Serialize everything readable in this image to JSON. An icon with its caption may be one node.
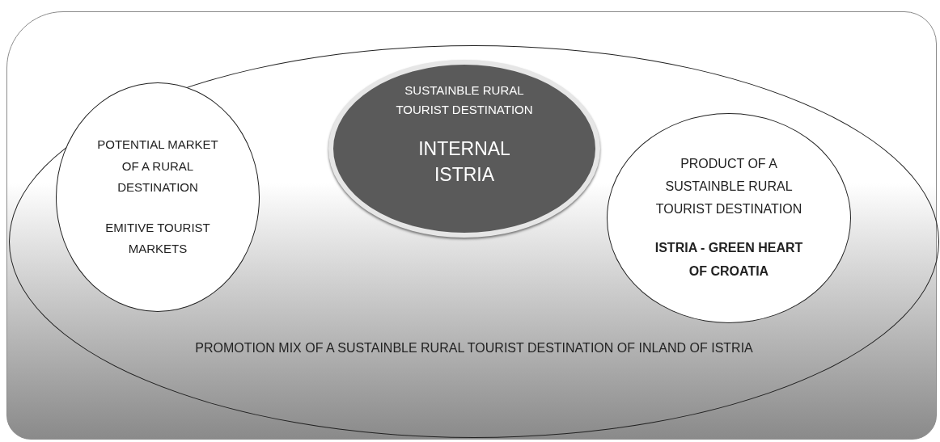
{
  "diagram": {
    "nodes": [
      {
        "text": [],
        "shape": "box"
      },
      {
        "text": [
          "PROMOTION MIX OF A SUSTAINBLE RURAL TOURIST DESTINATION OF INLAND OF ISTRIA"
        ],
        "in": 0
      },
      {
        "text": [
          "POTENTIAL MARKET OF A RURAL DESTINATION",
          "EMITIVE TOURIST MARKETS"
        ],
        "in": 1
      },
      {
        "text": [
          "SUSTAINBLE RURAL TOURIST DESTINATION",
          "INTERNAL ISTRIA"
        ],
        "in": 1
      },
      {
        "text": [
          "PRODUCT OF A SUSTAINBLE RURAL TOURIST DESTINATION",
          "ISTRIA - GREEN HEART OF CROATIA"
        ],
        "in": 1
      }
    ],
    "edges": []
  }
}
